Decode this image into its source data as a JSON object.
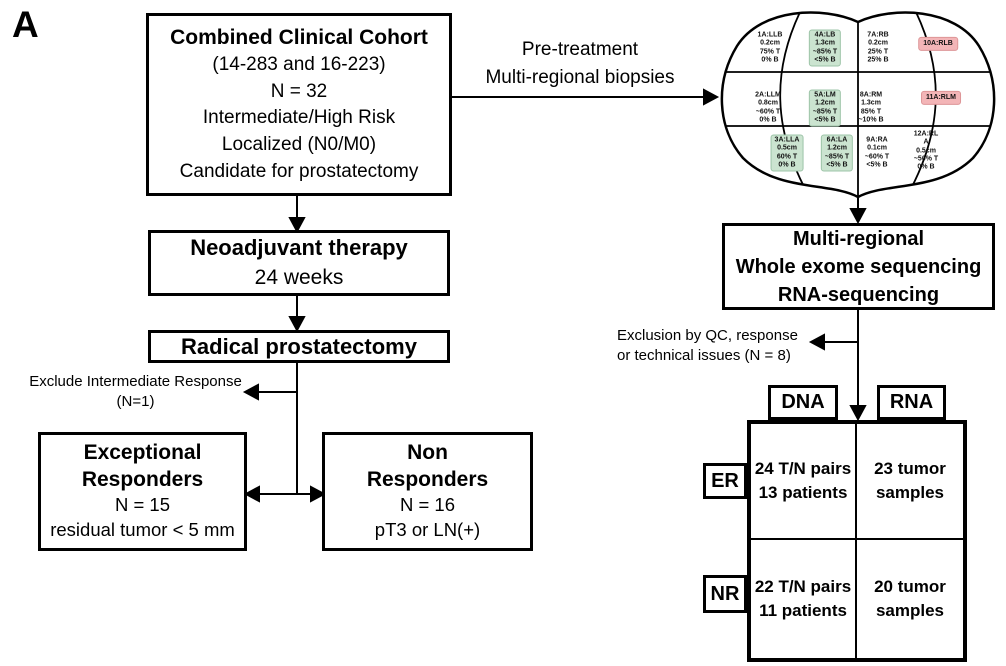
{
  "panel_label": "A",
  "colors": {
    "highlight_green": "#cbe4d0",
    "highlight_green_border": "#9dc4a8",
    "highlight_red": "#f3b5b7",
    "highlight_red_border": "#dd9597",
    "line": "#000000",
    "bg": "#ffffff"
  },
  "flowchart": {
    "cohort": {
      "title": "Combined Clinical Cohort",
      "lines": [
        "(14-283 and 16-223)",
        "N = 32",
        "Intermediate/High Risk",
        "Localized (N0/M0)",
        "Candidate for prostatectomy"
      ]
    },
    "neoadjuvant": {
      "title": "Neoadjuvant therapy",
      "lines": [
        "24 weeks"
      ]
    },
    "radical": {
      "title": "Radical prostatectomy"
    },
    "exclude_note": {
      "lines": [
        "Exclude Intermediate Response",
        "(N=1)"
      ]
    },
    "exceptional": {
      "title_lines": [
        "Exceptional",
        "Responders"
      ],
      "lines": [
        "N = 15",
        "residual tumor < 5 mm"
      ]
    },
    "non_responders": {
      "title_lines": [
        "Non",
        "Responders"
      ],
      "lines": [
        "N = 16",
        "pT3 or LN(+)"
      ]
    }
  },
  "biopsy": {
    "arrow_label_lines": [
      "Pre-treatment",
      "Multi-regional biopsies"
    ],
    "regions": [
      {
        "id": "1A:LLB",
        "highlight": "none",
        "lines": [
          "1A:LLB",
          "0.2cm",
          "75% T",
          "0% B"
        ]
      },
      {
        "id": "4A:LB",
        "highlight": "green",
        "lines": [
          "4A:LB",
          "1.3cm",
          "~85% T",
          "<5% B"
        ]
      },
      {
        "id": "7A:RB",
        "highlight": "none",
        "lines": [
          "7A:RB",
          "0.2cm",
          "25% T",
          "25% B"
        ]
      },
      {
        "id": "10A:RLB",
        "highlight": "red",
        "lines": [
          "10A:RLB"
        ]
      },
      {
        "id": "2A:LLM",
        "highlight": "none",
        "lines": [
          "2A:LLM",
          "0.8cm",
          "~60% T",
          "0% B"
        ]
      },
      {
        "id": "5A:LM",
        "highlight": "green",
        "lines": [
          "5A:LM",
          "1.2cm",
          "~85% T",
          "<5% B"
        ]
      },
      {
        "id": "8A:RM",
        "highlight": "none",
        "lines": [
          "8A:RM",
          "1.3cm",
          "85% T",
          "~10% B"
        ]
      },
      {
        "id": "11A:RLM",
        "highlight": "red",
        "lines": [
          "11A:RLM"
        ]
      },
      {
        "id": "3A:LLA",
        "highlight": "green",
        "lines": [
          "3A:LLA",
          "0.5cm",
          "60% T",
          "0% B"
        ]
      },
      {
        "id": "6A:LA",
        "highlight": "green",
        "lines": [
          "6A:LA",
          "1.2cm",
          "~85% T",
          "<5% B"
        ]
      },
      {
        "id": "9A:RA",
        "highlight": "none",
        "lines": [
          "9A:RA",
          "0.1cm",
          "~60% T",
          "<5% B"
        ]
      },
      {
        "id": "12A:RLA",
        "highlight": "none",
        "lines": [
          "12A:RL",
          "A",
          "0.5cm",
          "~50% T",
          "0% B"
        ]
      }
    ]
  },
  "sequencing": {
    "title_lines": [
      "Multi-regional",
      "Whole exome sequencing",
      "RNA-sequencing"
    ]
  },
  "exclusion_note": {
    "lines": [
      "Exclusion by QC, response",
      "or technical issues (N = 8)"
    ]
  },
  "results_table": {
    "col_headers": [
      "DNA",
      "RNA"
    ],
    "row_headers": [
      "ER",
      "NR"
    ],
    "cells": {
      "er_dna": [
        "24 T/N pairs",
        "13 patients"
      ],
      "er_rna": [
        "23 tumor",
        "samples"
      ],
      "nr_dna": [
        "22 T/N pairs",
        "11 patients"
      ],
      "nr_rna": [
        "20 tumor",
        "samples"
      ]
    }
  }
}
